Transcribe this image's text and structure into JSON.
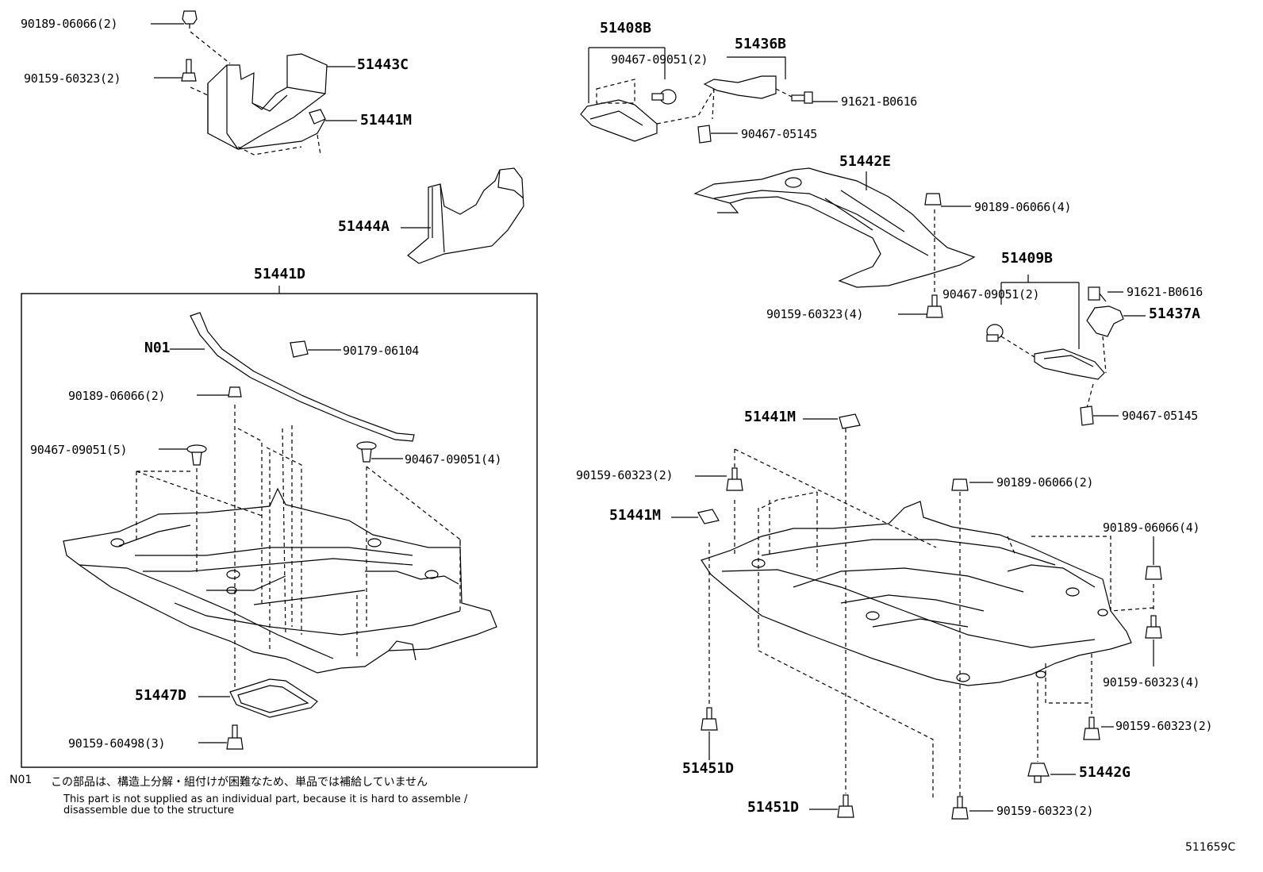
{
  "labels": {
    "p90189_06066_2_a": "90189-06066(2)",
    "p90159_60323_2_a": "90159-60323(2)",
    "p51443C": "51443C",
    "p51441M_a": "51441M",
    "p51444A": "51444A",
    "p51441D": "51441D",
    "pN01": "N01",
    "p90179_06104": "90179-06104",
    "p90189_06066_2_b": "90189-06066(2)",
    "p90467_09051_5": "90467-09051(5)",
    "p90467_09051_4": "90467-09051(4)",
    "p51447D": "51447D",
    "p90159_60498_3": "90159-60498(3)",
    "p51408B": "51408B",
    "p90467_09051_2_a": "90467-09051(2)",
    "p51436B": "51436B",
    "p91621_B0616_a": "91621-B0616",
    "p90467_05145_a": "90467-05145",
    "p51442E": "51442E",
    "p90189_06066_4_a": "90189-06066(4)",
    "p51409B": "51409B",
    "p91621_B0616_b": "91621-B0616",
    "p90467_09051_2_b": "90467-09051(2)",
    "p51437A": "51437A",
    "p90159_60323_4_a": "90159-60323(4)",
    "p90467_05145_b": "90467-05145",
    "p51441M_b": "51441M",
    "p90159_60323_2_b": "90159-60323(2)",
    "p90189_06066_2_c": "90189-06066(2)",
    "p51441M_c": "51441M",
    "p90189_06066_4_b": "90189-06066(4)",
    "p90159_60323_4_b": "90159-60323(4)",
    "p90159_60323_2_c": "90159-60323(2)",
    "p51451D_a": "51451D",
    "p51442G": "51442G",
    "p51451D_b": "51451D",
    "p90159_60323_2_d": "90159-60323(2)"
  },
  "note": {
    "code": "N01",
    "jp": "この部品は、構造上分解・組付けが困難なため、単品では補給していません",
    "en_line1": "This part is not supplied as an individual part, because it is hard to assemble /",
    "en_line2": "disassemble due to the structure"
  },
  "illustration_number": "511659C"
}
